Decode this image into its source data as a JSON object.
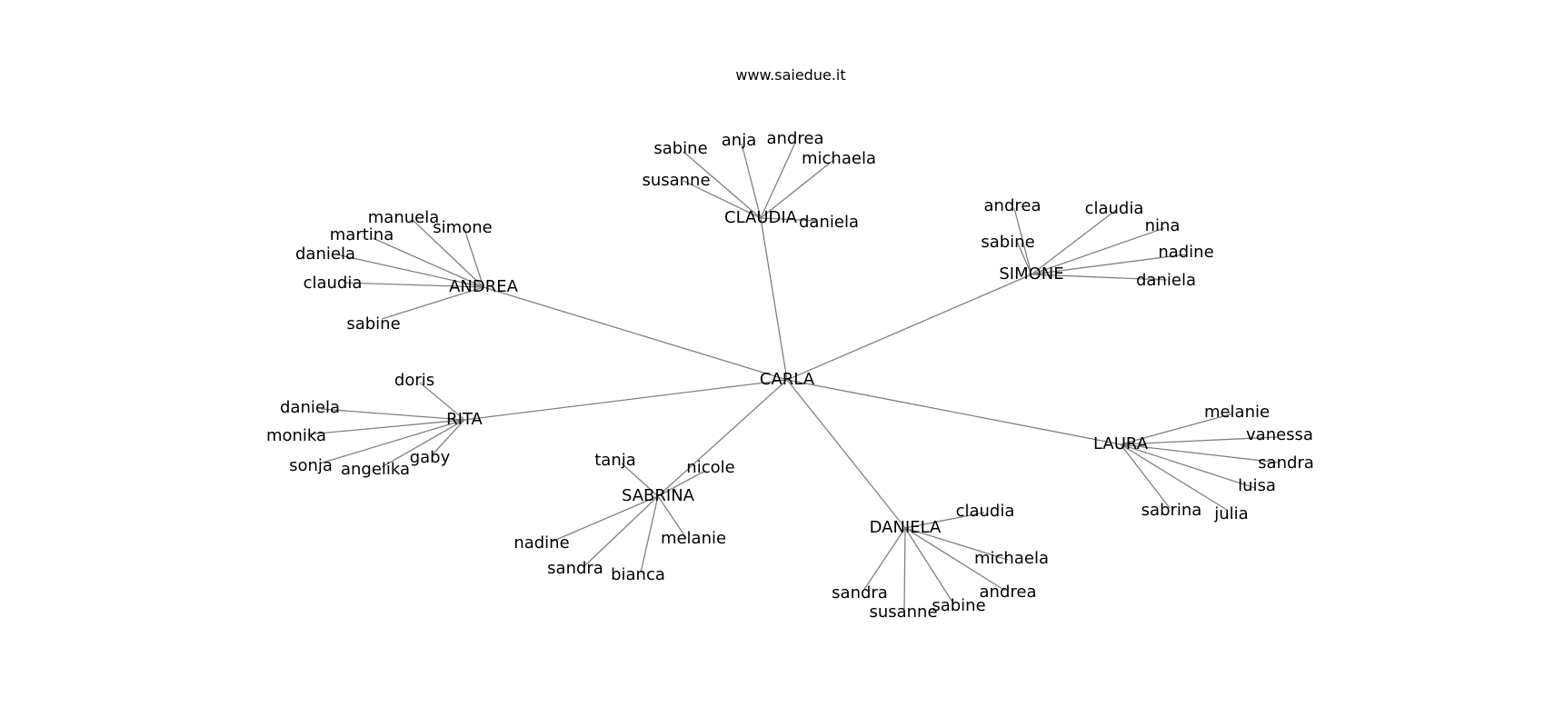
{
  "header": {
    "site": "www.saiedue.it"
  },
  "graph": {
    "root": "CARLA",
    "groups": [
      {
        "hub": "ANDREA",
        "leaves": [
          "manuela",
          "simone",
          "martina",
          "daniela",
          "claudia",
          "sabine"
        ]
      },
      {
        "hub": "CLAUDIA",
        "leaves": [
          "sabine",
          "anja",
          "andrea",
          "michaela",
          "susanne",
          "daniela"
        ]
      },
      {
        "hub": "SIMONE",
        "leaves": [
          "andrea",
          "claudia",
          "nina",
          "sabine",
          "nadine",
          "daniela"
        ]
      },
      {
        "hub": "RITA",
        "leaves": [
          "doris",
          "daniela",
          "monika",
          "sonja",
          "angelika",
          "gaby"
        ]
      },
      {
        "hub": "SABRINA",
        "leaves": [
          "tanja",
          "nicole",
          "nadine",
          "melanie",
          "sandra",
          "bianca"
        ]
      },
      {
        "hub": "DANIELA",
        "leaves": [
          "claudia",
          "michaela",
          "andrea",
          "sabine",
          "sandra",
          "susanne"
        ]
      },
      {
        "hub": "LAURA",
        "leaves": [
          "melanie",
          "vanessa",
          "sandra",
          "luisa",
          "sabrina",
          "julia"
        ]
      }
    ]
  },
  "colors": {
    "edge": "#808080",
    "text": "#000000",
    "background": "#ffffff"
  }
}
